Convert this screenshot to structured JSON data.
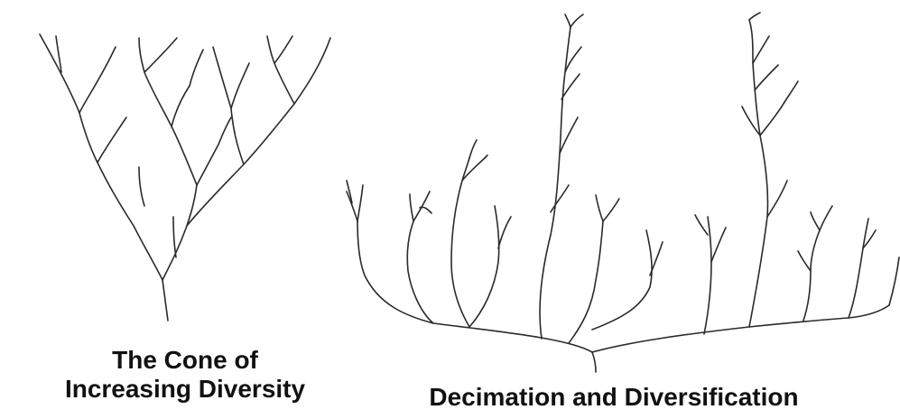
{
  "captions": {
    "cone": {
      "line1": "The Cone of",
      "line2": "Increasing Diversity"
    },
    "decimation": {
      "line1": "Decimation and Diversification"
    }
  },
  "colors": {
    "stroke": "#2a2a2a",
    "text": "#111111",
    "background": "#ffffff"
  }
}
